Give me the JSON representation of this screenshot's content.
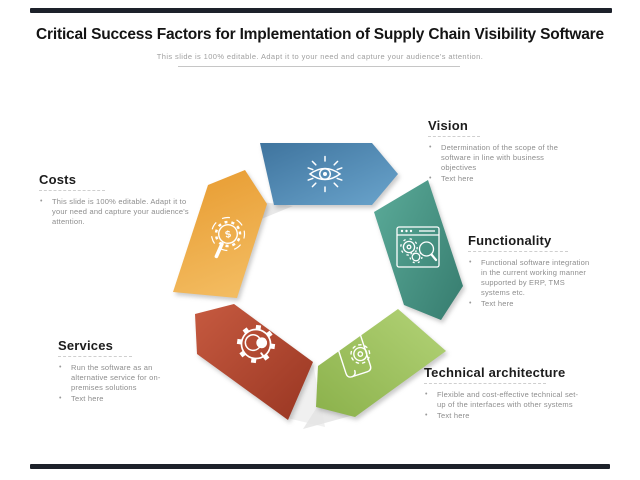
{
  "page": {
    "title": "Critical Success Factors for Implementation of Supply Chain Visibility Software",
    "subtitle": "This slide is 100% editable. Adapt it to your need and capture your audience's attention."
  },
  "ui": {
    "bullet": "•",
    "dollar_glyph": "$"
  },
  "colors": {
    "vision_blue": "#4a80aa",
    "functionality_teal": "#4a9c8b",
    "technical_green": "#a2c463",
    "services_red": "#b04631",
    "costs_orange": "#eda843"
  },
  "factors": [
    {
      "id": "vision",
      "label": "Vision",
      "icon": "eye-icon",
      "color": "#4a80aa",
      "bullets": [
        "Determination of the scope of the software in line with business objectives",
        "Text here"
      ]
    },
    {
      "id": "functionality",
      "label": "Functionality",
      "icon": "software-window-icon",
      "color": "#4a9c8b",
      "bullets": [
        "Functional software integration in the current working manner supported by ERP, TMS systems etc.",
        "Text here"
      ]
    },
    {
      "id": "technical-architecture",
      "label": "Technical architecture",
      "icon": "blueprint-gear-icon",
      "color": "#a2c463",
      "bullets": [
        "Flexible and cost-effective technical set-up of the interfaces with other systems",
        "Text here"
      ]
    },
    {
      "id": "services",
      "label": "Services",
      "icon": "gear-crescent-icon",
      "color": "#b04631",
      "bullets": [
        "Run the software as an alternative service for on-premises solutions",
        "Text here"
      ]
    },
    {
      "id": "costs",
      "label": "Costs",
      "icon": "cost-magnifier-icon",
      "color": "#eda843",
      "bullets": [
        "This slide is 100% editable. Adapt it to your need and capture your audience's attention."
      ]
    }
  ]
}
